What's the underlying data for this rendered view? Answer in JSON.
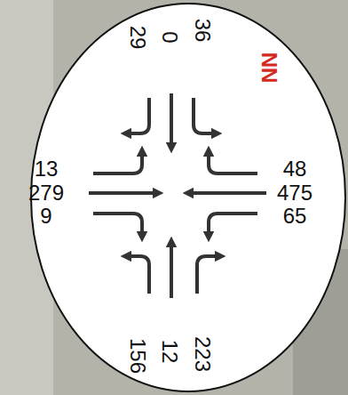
{
  "diagram": {
    "labels": [
      "29",
      "0",
      "36",
      "13",
      "279",
      "9",
      "48",
      "475",
      "65",
      "156",
      "12",
      "223",
      "NN"
    ]
  }
}
